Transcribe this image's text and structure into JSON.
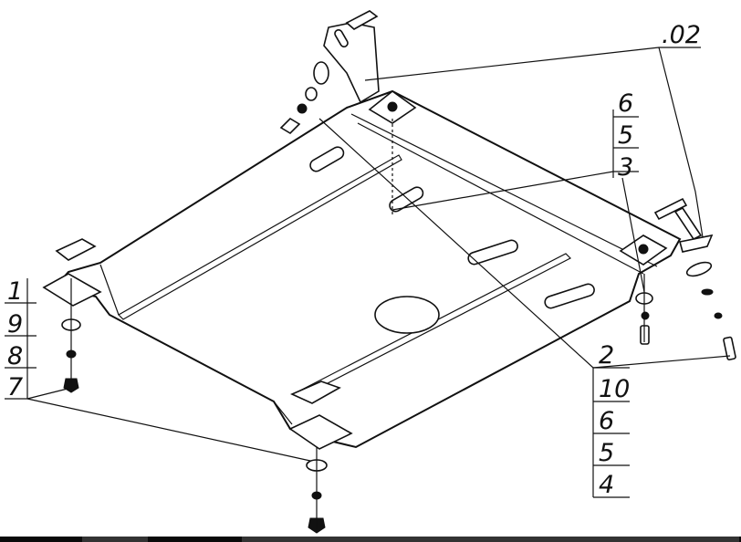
{
  "diagram": {
    "callouts": {
      "top": [
        ".02"
      ],
      "top_right_stack": [
        "6",
        "5",
        "3"
      ],
      "left_stack": [
        "1",
        "9",
        "8",
        "7"
      ],
      "bottom_right_stack": [
        "2",
        "10",
        "6",
        "5",
        "4"
      ]
    },
    "colors": {
      "line": "#111111",
      "background": "#ffffff",
      "bottom_strip": "#0a0a0a"
    }
  }
}
